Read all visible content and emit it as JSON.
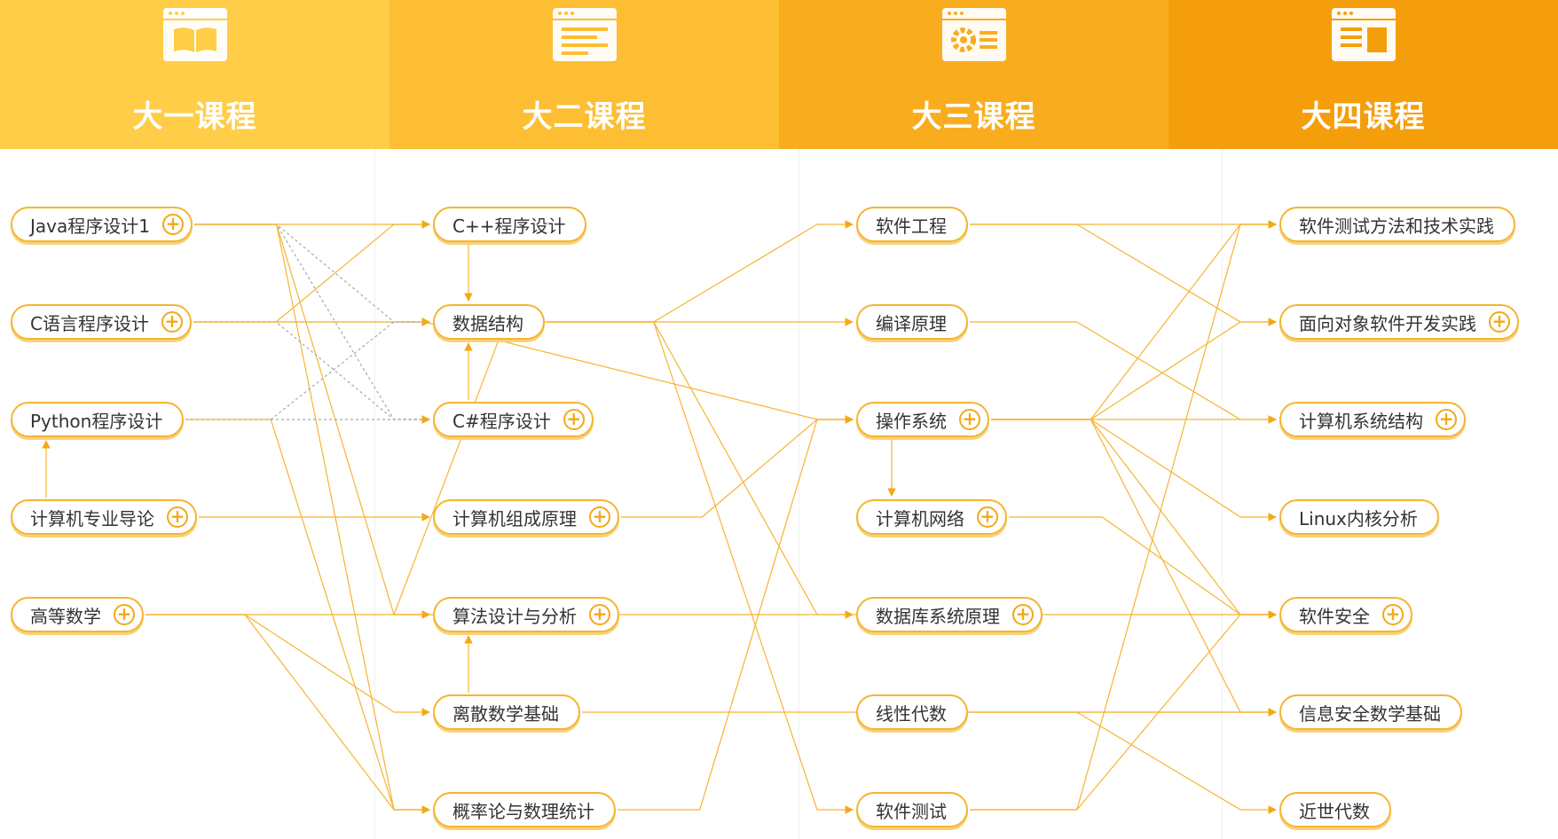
{
  "header": {
    "columns": [
      {
        "title": "大一课程",
        "icon": "book-icon"
      },
      {
        "title": "大二课程",
        "icon": "document-icon"
      },
      {
        "title": "大三课程",
        "icon": "gear-window-icon"
      },
      {
        "title": "大四课程",
        "icon": "layout-window-icon"
      }
    ]
  },
  "colors": {
    "accent": "#f5a816",
    "line": "#f5b532",
    "dashed": "#a8a8a8"
  },
  "courses": [
    {
      "id": "java1",
      "label": "Java程序设计1",
      "expandable": true
    },
    {
      "id": "clang",
      "label": "C语言程序设计",
      "expandable": true
    },
    {
      "id": "python",
      "label": "Python程序设计",
      "expandable": false
    },
    {
      "id": "intro",
      "label": "计算机专业导论",
      "expandable": true
    },
    {
      "id": "math",
      "label": "高等数学",
      "expandable": true
    },
    {
      "id": "cpp",
      "label": "C++程序设计",
      "expandable": false
    },
    {
      "id": "ds",
      "label": "数据结构",
      "expandable": false
    },
    {
      "id": "csharp",
      "label": "C#程序设计",
      "expandable": true
    },
    {
      "id": "org",
      "label": "计算机组成原理",
      "expandable": true
    },
    {
      "id": "algo",
      "label": "算法设计与分析",
      "expandable": true
    },
    {
      "id": "discrete",
      "label": "离散数学基础",
      "expandable": false
    },
    {
      "id": "prob",
      "label": "概率论与数理统计",
      "expandable": false
    },
    {
      "id": "se",
      "label": "软件工程",
      "expandable": false
    },
    {
      "id": "compiler",
      "label": "编译原理",
      "expandable": false
    },
    {
      "id": "os",
      "label": "操作系统",
      "expandable": true
    },
    {
      "id": "net",
      "label": "计算机网络",
      "expandable": true
    },
    {
      "id": "db",
      "label": "数据库系统原理",
      "expandable": true
    },
    {
      "id": "linalg",
      "label": "线性代数",
      "expandable": false
    },
    {
      "id": "swtest",
      "label": "软件测试",
      "expandable": false
    },
    {
      "id": "testpractice",
      "label": "软件测试方法和技术实践",
      "expandable": false
    },
    {
      "id": "oop",
      "label": "面向对象软件开发实践",
      "expandable": true
    },
    {
      "id": "arch",
      "label": "计算机系统结构",
      "expandable": true
    },
    {
      "id": "linux",
      "label": "Linux内核分析",
      "expandable": false
    },
    {
      "id": "security",
      "label": "软件安全",
      "expandable": true
    },
    {
      "id": "secmath",
      "label": "信息安全数学基础",
      "expandable": false
    },
    {
      "id": "modalg",
      "label": "近世代数",
      "expandable": false
    }
  ]
}
